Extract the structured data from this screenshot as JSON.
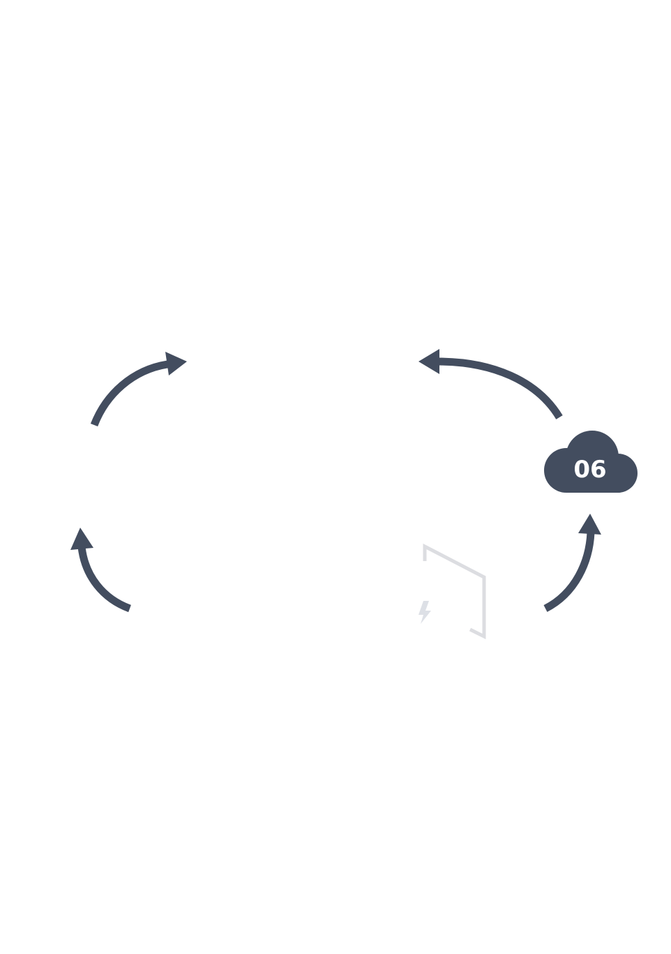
{
  "diagram": {
    "type": "cycle",
    "colors": {
      "arrow": "#434d5f",
      "cloud_fill": "#434d5f",
      "cloud_text": "#ffffff",
      "bracket": "#dcdde1",
      "bolt": "#dcdde1",
      "background": "#ffffff"
    },
    "arrows": [
      {
        "id": "top-left",
        "direction": "clockwise"
      },
      {
        "id": "top-right",
        "direction": "counter-clockwise"
      },
      {
        "id": "bottom-left",
        "direction": "upward"
      },
      {
        "id": "bottom-right",
        "direction": "upward"
      }
    ],
    "step_badge": {
      "icon": "cloud-icon",
      "label": "06"
    },
    "decor": {
      "bracket_icon": "bracket-outline-icon",
      "bolt_icon": "lightning-bolt-icon"
    }
  }
}
